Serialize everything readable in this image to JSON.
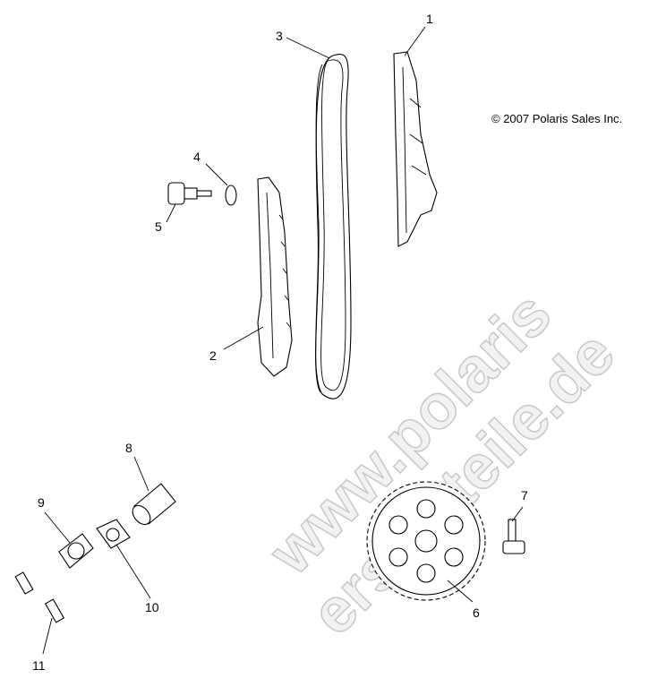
{
  "copyright": "© 2007 Polaris Sales Inc.",
  "watermark": "www.polarisersatzteile.de",
  "callouts": [
    "1",
    "2",
    "3",
    "4",
    "5",
    "6",
    "7",
    "8",
    "9",
    "10",
    "11"
  ]
}
